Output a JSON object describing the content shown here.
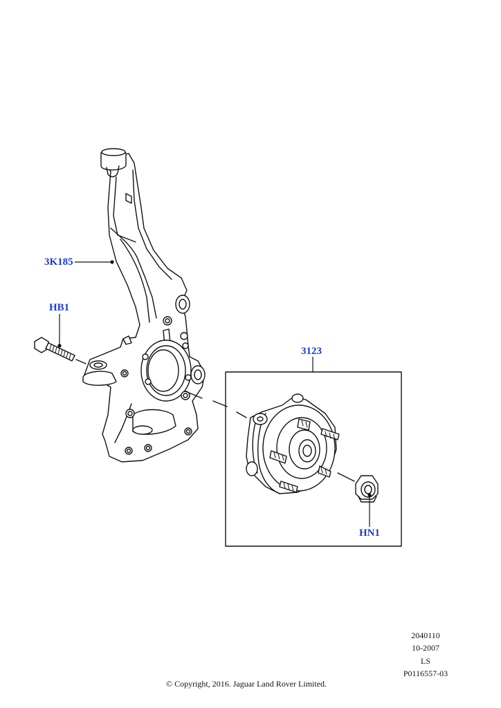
{
  "callouts": {
    "knuckle": "3K185",
    "bolt": "HB1",
    "hub_kit": "3123",
    "nut": "HN1"
  },
  "meta": {
    "ref": "2040110",
    "date": "10-2007",
    "code": "LS",
    "illustration": "P0116557-03"
  },
  "copyright": "© Copyright, 2016. Jaguar Land Rover Limited.",
  "colors": {
    "callout": "#1a3ad6",
    "line": "#111111"
  }
}
